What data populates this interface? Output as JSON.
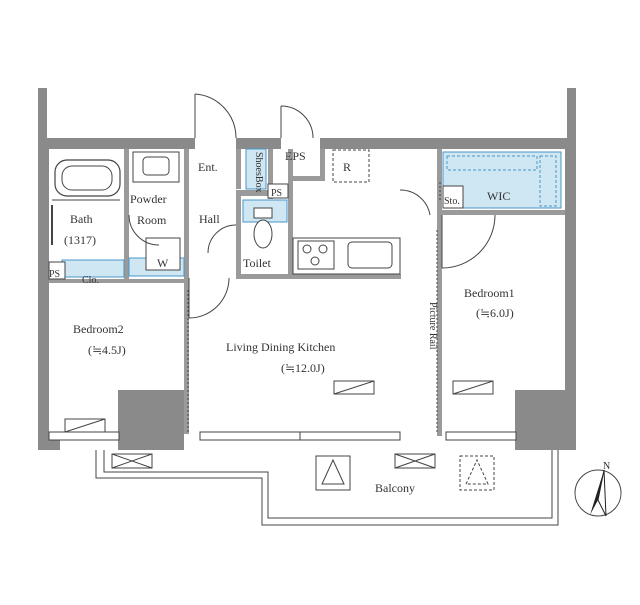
{
  "plan": {
    "rooms": {
      "bath": "Bath",
      "bath_size": "(1317)",
      "powder_room_1": "Powder",
      "powder_room_2": "Room",
      "washer": "W",
      "ps": "PS",
      "closet": "Clo.",
      "entrance": "Ent.",
      "shoes_box_1": "Shoes",
      "shoes_box_2": "Box",
      "eps": "EPS",
      "refrigerator": "R",
      "hall": "Hall",
      "toilet": "Toilet",
      "storage": "Sto.",
      "wic": "WIC",
      "bedroom1": "Bedroom1",
      "bedroom1_size": "(≒6.0J)",
      "bedroom2": "Bedroom2",
      "bedroom2_size": "(≒4.5J)",
      "ldk": "Living Dining Kitchen",
      "ldk_size": "(≒12.0J)",
      "picture_rail": "Picture Rail",
      "balcony": "Balcony"
    },
    "compass": "N",
    "colors": {
      "wall": "#7a7a7a",
      "wall_dark": "#8c8c8c",
      "storage_fill": "#cfe6f3",
      "storage_stroke": "#4a96c8",
      "line": "#444444"
    }
  }
}
